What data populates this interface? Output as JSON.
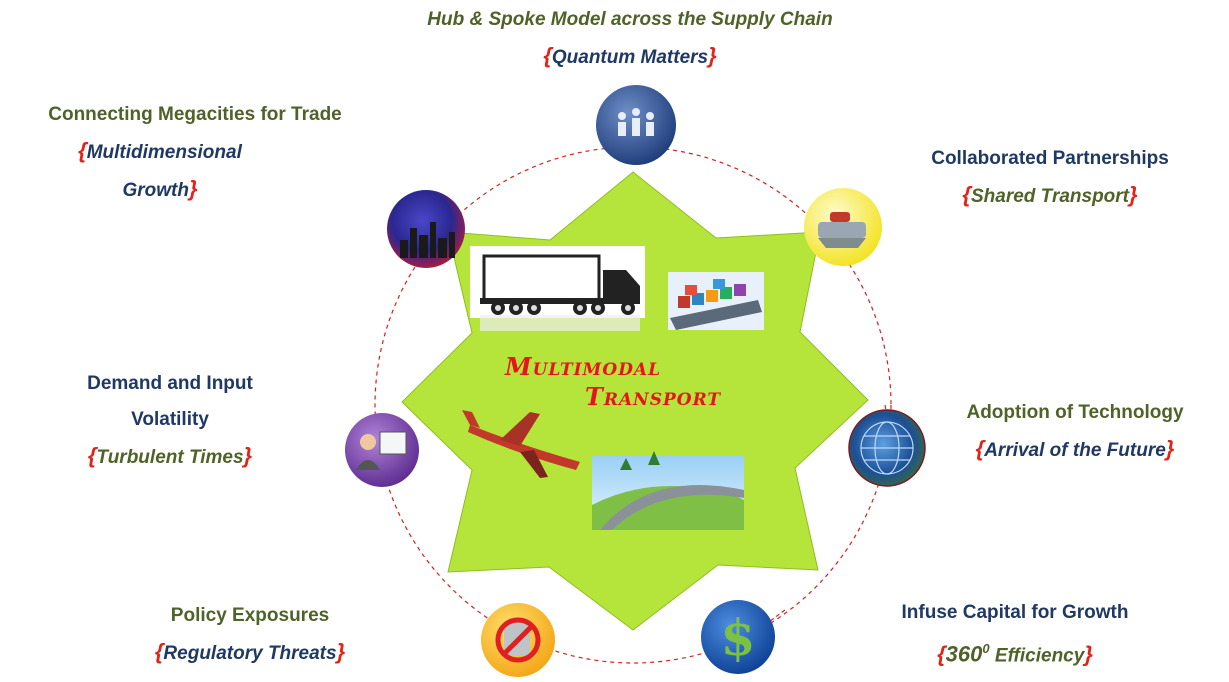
{
  "center": {
    "line1": "Multimodal",
    "line2": "Transport"
  },
  "colors": {
    "star": "#b5e43a",
    "accent": "#e2231a",
    "green": "#4f6228",
    "navy": "#1f3864",
    "ring": "#d42020"
  },
  "nodes": [
    {
      "key": "hub",
      "title": "Hub & Spoke Model across the Supply Chain",
      "sub": "Quantum Matters",
      "icon": "people-network-icon"
    },
    {
      "key": "partners",
      "title": "Collaborated Partnerships",
      "sub": "Shared Transport",
      "icon": "handshake-icon"
    },
    {
      "key": "tech",
      "title": "Adoption of Technology",
      "sub": "Arrival of the Future",
      "icon": "globe-circuit-icon"
    },
    {
      "key": "capital",
      "title": "Infuse Capital for Growth",
      "sub": "360",
      "sup": "0",
      "sub_tail": " Efficiency",
      "icon": "dollar-icon"
    },
    {
      "key": "policy",
      "title": "Policy Exposures",
      "sub": "Regulatory Threats",
      "icon": "prohibited-icon"
    },
    {
      "key": "demand",
      "title": "Demand and Input Volatility",
      "sub": "Turbulent Times",
      "icon": "chart-presenter-icon"
    },
    {
      "key": "megacities",
      "title": "Connecting Megacities for Trade",
      "sub": "Multidimensional Growth",
      "icon": "city-skyline-icon"
    }
  ]
}
